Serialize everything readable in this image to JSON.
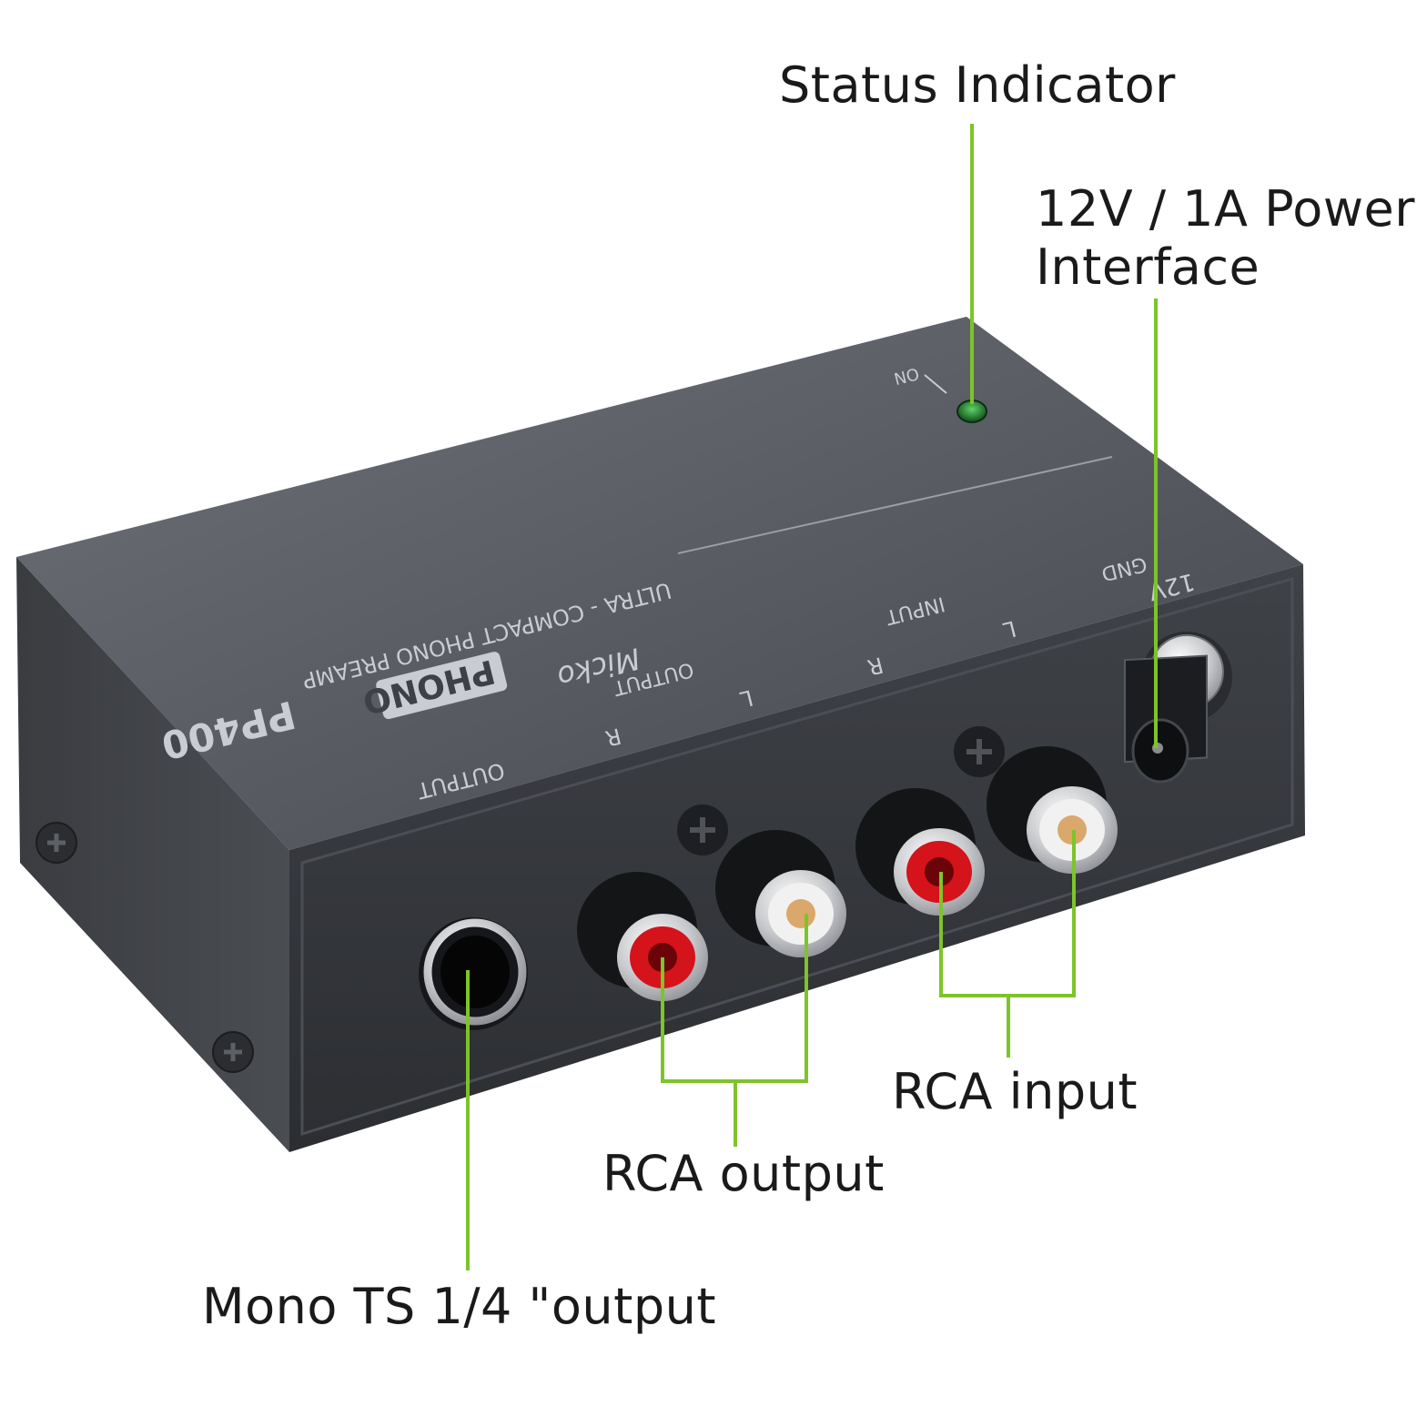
{
  "callouts": {
    "status_indicator": "Status Indicator",
    "power_line1": "12V / 1A Power",
    "power_line2": "Interface",
    "rca_input": "RCA input",
    "rca_output": "RCA output",
    "mono_output": "Mono TS 1/4 \"output"
  },
  "device": {
    "model": "PP400",
    "series": "PHONO",
    "tagline": "ULTRA - COMPACT PHONO PREAMP",
    "brand_logo": "Micko",
    "led_label": "ON",
    "power_label": "12V",
    "gnd_label": "GND",
    "input_group_label": "INPUT",
    "output_group_label": "OUTPUT",
    "mono_output_label": "OUTPUT",
    "right_channel": "R",
    "left_channel": "L"
  },
  "colors": {
    "leader_line": "#7dc42a",
    "body_top": "#5b5e65",
    "body_front": "#3b3d42",
    "rca_red": "#d4131b",
    "rca_white": "#e8e8e8",
    "led_green": "#1f7a2a"
  }
}
